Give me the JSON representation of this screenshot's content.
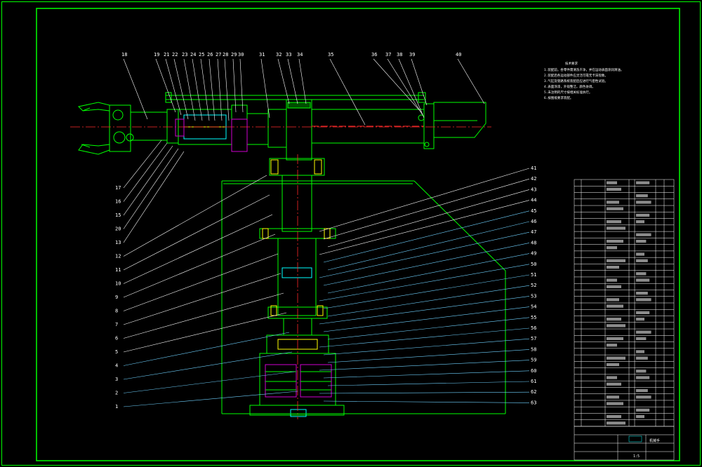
{
  "drawing": {
    "colors": {
      "frame": "#00ff00",
      "leader": "#ffffff",
      "leader_blue": "#6fd2ff",
      "center": "#ff2a2a",
      "part": "#00ff00",
      "hatch": "#d000d0",
      "cyan": "#00ffff",
      "yellow": "#ffff00"
    },
    "balloons_top": [
      "18",
      "19",
      "21",
      "22",
      "23",
      "24",
      "25",
      "26",
      "27",
      "28",
      "29",
      "30",
      "31",
      "32",
      "33",
      "34",
      "35",
      "36",
      "37",
      "38",
      "39",
      "40"
    ],
    "balloons_left": [
      "17",
      "16",
      "15",
      "20",
      "13",
      "12",
      "11",
      "10",
      "9",
      "8",
      "7",
      "6",
      "5",
      "4",
      "3",
      "2",
      "1"
    ],
    "balloons_right": [
      "41",
      "42",
      "43",
      "44",
      "45",
      "46",
      "47",
      "48",
      "49",
      "50",
      "51",
      "52",
      "53",
      "54",
      "55",
      "56",
      "57",
      "58",
      "59",
      "60",
      "61",
      "62",
      "63"
    ],
    "tech_notes": {
      "title": "技术要求",
      "lines": [
        "1.装配前，各零件需清洗干净，并在运动表面涂润滑油。",
        "2.装配后各运动部件应灵活可靠无卡滞现象。",
        "3.气缸及管路系统装配后应进行气密性试验。",
        "4.表面涂漆，外观整洁，颜色协调。",
        "5.未注明的尺寸按相关标准执行。",
        "6.按图纸要求装配。"
      ]
    },
    "bom_rows": 38,
    "title_block": {
      "name": "机械手",
      "cell": "1:5"
    }
  }
}
